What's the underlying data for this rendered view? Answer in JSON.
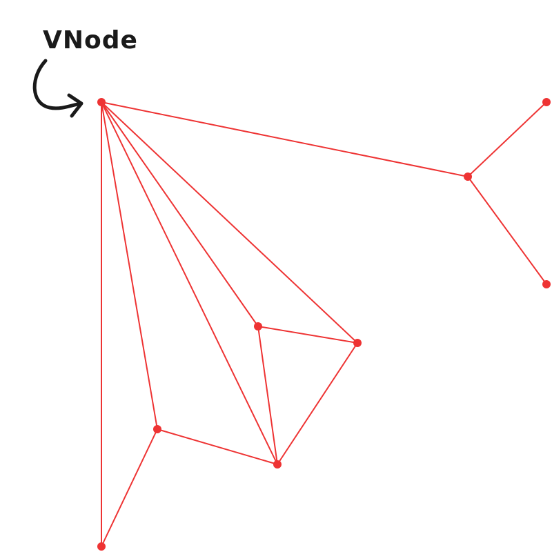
{
  "annotation": {
    "label": "VNode",
    "points_to": "n0"
  },
  "colors": {
    "node": "#ee3333",
    "edge": "#ee3333",
    "annotation": "#1a1a1a",
    "background": "#ffffff"
  },
  "graph": {
    "nodes": [
      "n0",
      "n1",
      "n2",
      "n3",
      "n4",
      "n5",
      "n6",
      "n7",
      "n8"
    ],
    "edges": [
      [
        "n0",
        "n1"
      ],
      [
        "n1",
        "n2"
      ],
      [
        "n1",
        "n3"
      ],
      [
        "n0",
        "n4"
      ],
      [
        "n0",
        "n5"
      ],
      [
        "n0",
        "n6"
      ],
      [
        "n0",
        "n7"
      ],
      [
        "n0",
        "n8"
      ],
      [
        "n4",
        "n5"
      ],
      [
        "n4",
        "n6"
      ],
      [
        "n5",
        "n6"
      ],
      [
        "n6",
        "n7"
      ],
      [
        "n7",
        "n8"
      ]
    ]
  }
}
